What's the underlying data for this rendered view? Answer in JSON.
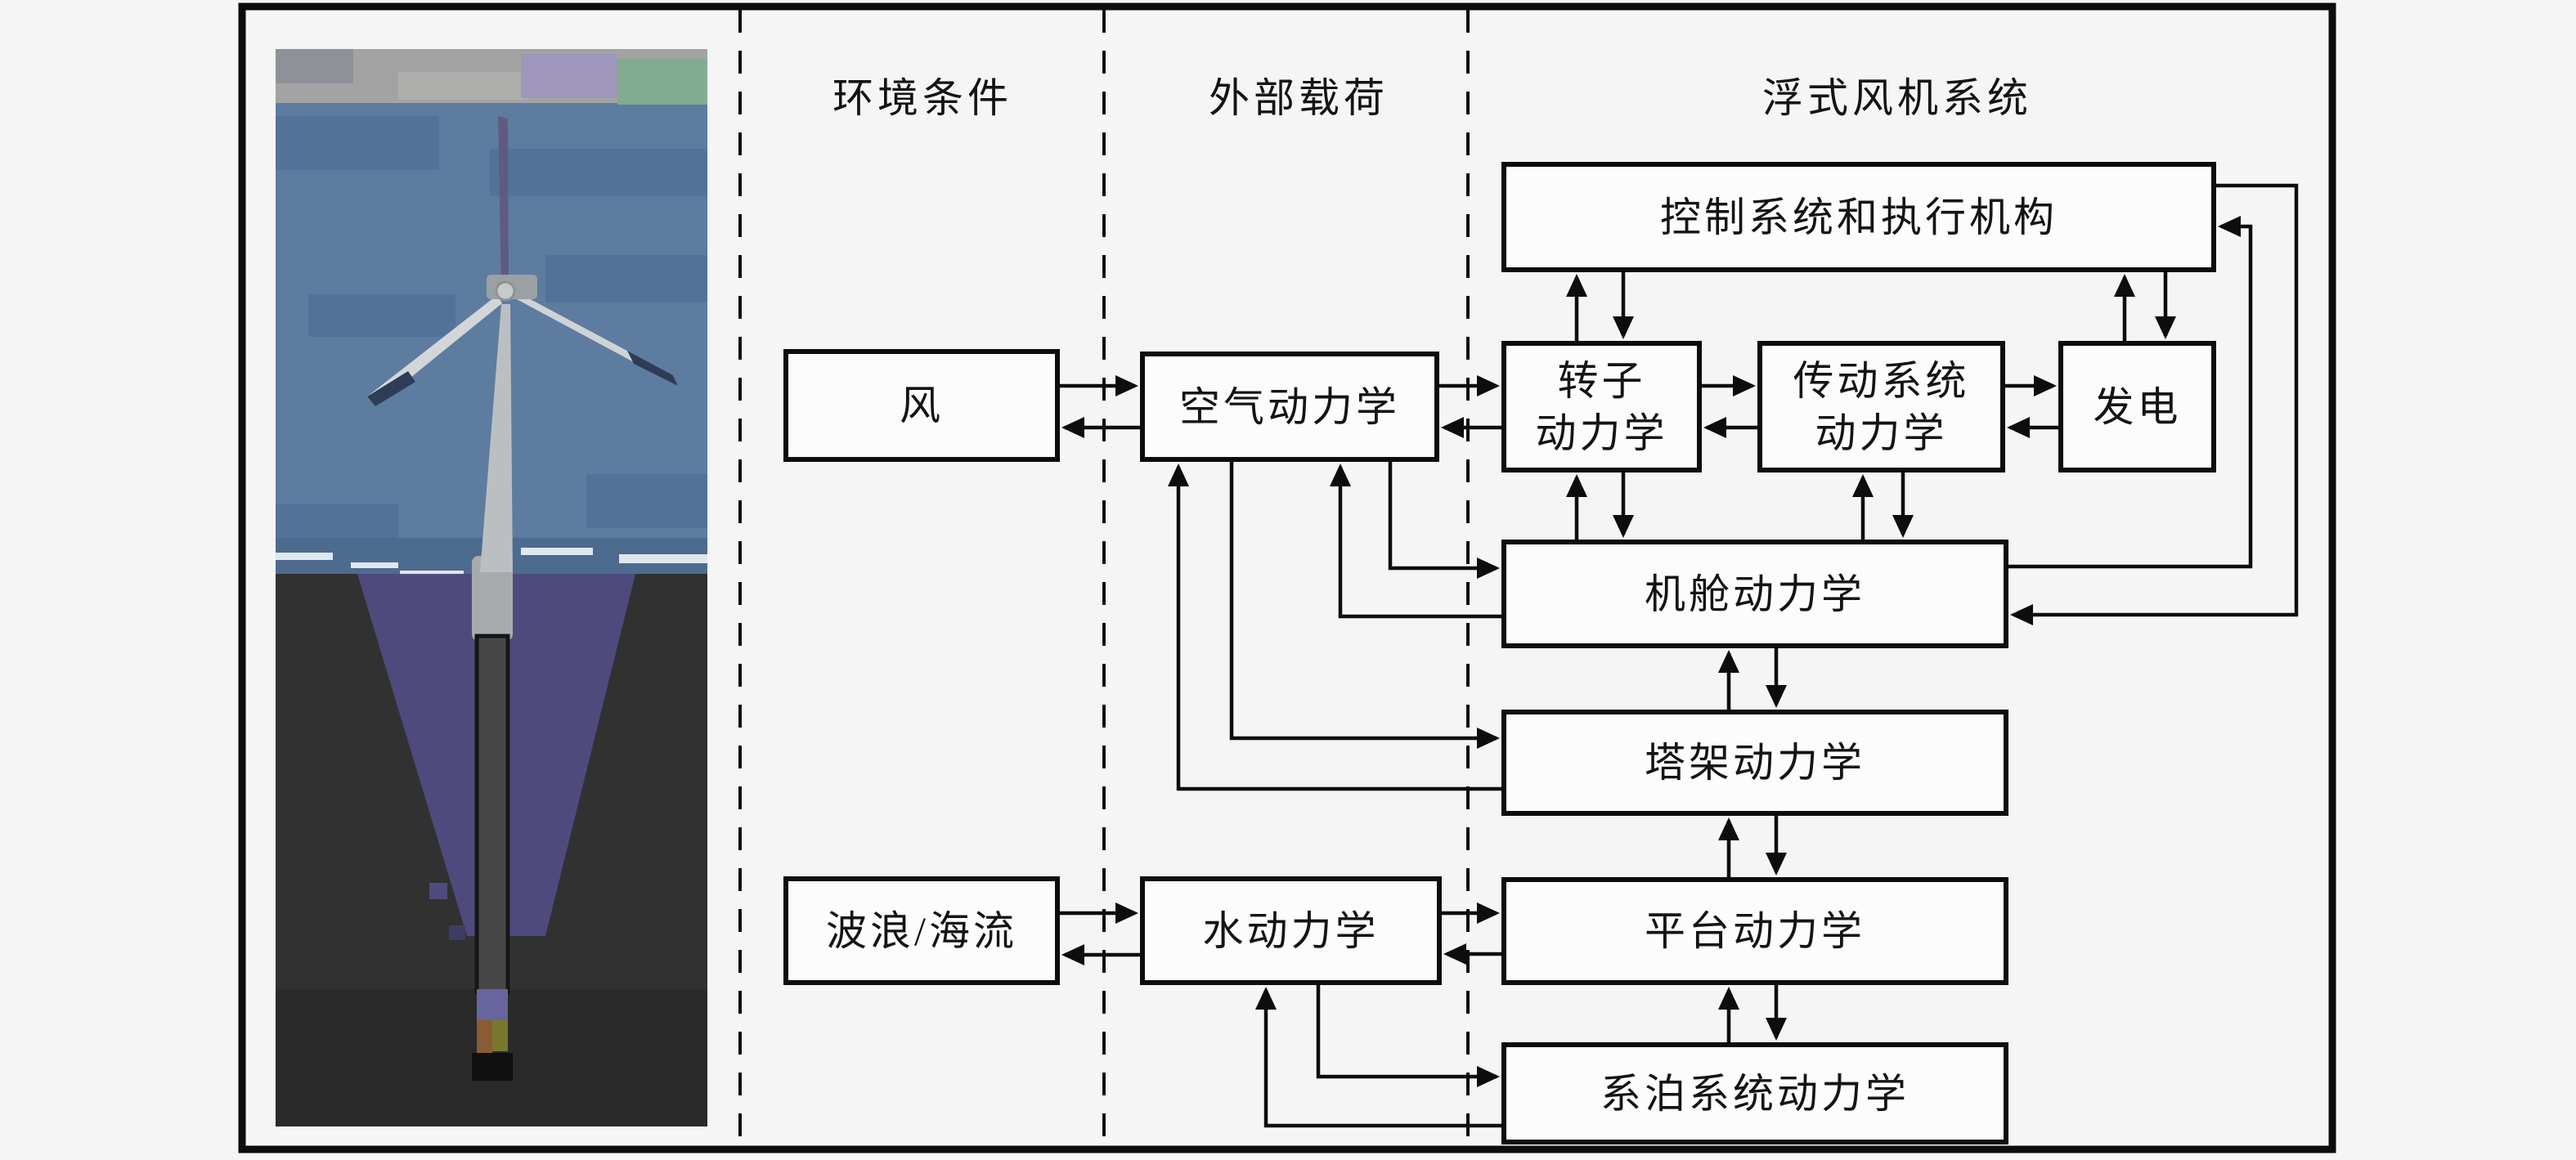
{
  "columns": [
    {
      "label": "环境条件"
    },
    {
      "label": "外部载荷"
    },
    {
      "label": "浮式风机系统"
    }
  ],
  "boxes": {
    "wind": {
      "label": "风"
    },
    "aero": {
      "label": "空气动力学"
    },
    "waves": {
      "label": "波浪/海流"
    },
    "hydro": {
      "label": "水动力学"
    },
    "control": {
      "label": "控制系统和执行机构"
    },
    "rotor": {
      "line1": "转子",
      "line2": "动力学"
    },
    "drivetrain": {
      "line1": "传动系统",
      "line2": "动力学"
    },
    "generator": {
      "label": "发电"
    },
    "nacelle": {
      "label": "机舱动力学"
    },
    "tower": {
      "label": "塔架动力学"
    },
    "platform": {
      "label": "平台动力学"
    },
    "mooring": {
      "label": "系泊系统动力学"
    }
  },
  "photo": {
    "subject": "floating-spar-wind-turbine-photo"
  },
  "colors": {
    "background": "#f5f5f5",
    "line": "#0d0d0d",
    "box_fill": "#fcfcfc",
    "sky": "#5d7ca0",
    "sea": "#4c6b8f",
    "underwater": "#313131",
    "underwater_purple": "#4f4a7d",
    "spar": "#474747",
    "blade_tip": "#2e3c58"
  }
}
